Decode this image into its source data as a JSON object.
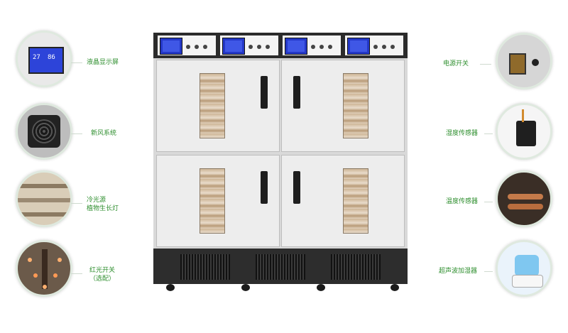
{
  "features_left": [
    {
      "label": "液晶显示屏",
      "icon": "lcd-display-icon"
    },
    {
      "label": "新风系统",
      "icon": "fan-icon"
    },
    {
      "label": "冷光源\n植物生长灯",
      "icon": "grow-light-icon"
    },
    {
      "label": "红光开关\n（选配）",
      "icon": "red-light-icon"
    }
  ],
  "features_right": [
    {
      "label": "电源开关",
      "icon": "power-switch-icon"
    },
    {
      "label": "湿度传感器",
      "icon": "humidity-sensor-icon"
    },
    {
      "label": "温度传感器",
      "icon": "temperature-sensor-icon"
    },
    {
      "label": "超声波加湿器",
      "icon": "humidifier-icon"
    }
  ],
  "display_readout": {
    "left_value": "27",
    "right_value": "86"
  },
  "colors": {
    "label": "#2f8f2f",
    "cabinet_dark": "#2b2b2b",
    "lcd_blue": "#2438c8"
  }
}
